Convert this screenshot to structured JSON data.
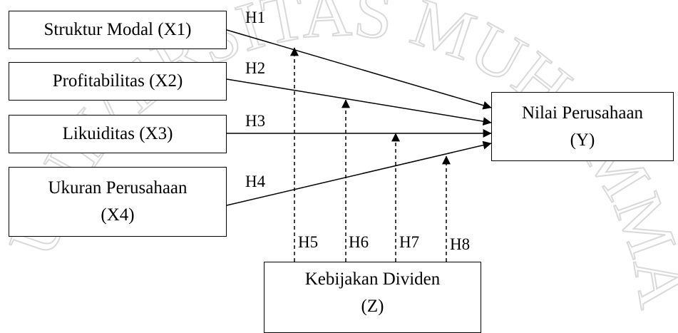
{
  "watermark": {
    "text": "UNIVERSITAS MUHAMMADIYAH",
    "color": "#d9d9d9"
  },
  "variables": {
    "x1": {
      "label": "Struktur Modal (X1)"
    },
    "x2": {
      "label": "Profitabilitas (X2)"
    },
    "x3": {
      "label": "Likuiditas (X3)"
    },
    "x4": {
      "line1": "Ukuran Perusahaan",
      "line2": "(X4)"
    },
    "y": {
      "line1": "Nilai Perusahaan",
      "line2": "(Y)"
    },
    "z": {
      "line1": "Kebijakan Dividen",
      "line2": "(Z)"
    }
  },
  "hypotheses": {
    "h1": "H1",
    "h2": "H2",
    "h3": "H3",
    "h4": "H4",
    "h5": "H5",
    "h6": "H6",
    "h7": "H7",
    "h8": "H8"
  }
}
